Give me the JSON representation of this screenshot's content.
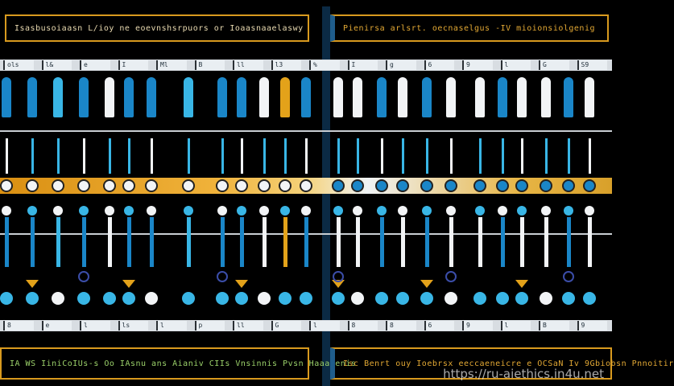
{
  "top_left_banner": "Isasbusoiaasn L/ioy ne eoevnshsrpuors or Ioaasnaaelaswy",
  "top_right_banner": "Pienirsa arlsrt. oecnaselgus -IV mioionsiolgenig",
  "bottom_left_banner": "IA WS IiniCoIUs-s Oo IAsnu ans Aianiv CIIs Vnsinnis Pvsn Haaatenis",
  "bottom_right_banner": "Isc Benrt ouy Ioebrsx eeccaeneicre e OCSaN Iv 9Gbiobsn Pnnoitir",
  "rail_top_labels": [
    "ols",
    "l&",
    "e",
    "I",
    "Ml",
    "B",
    "ll",
    "l3",
    "%",
    "I",
    "g",
    "6",
    "9",
    "l",
    "G",
    "S9"
  ],
  "rail_bottom_labels": [
    "8",
    "e",
    "l",
    "ls",
    "l",
    "p",
    "ll",
    "G",
    "l",
    "8",
    "8",
    "6",
    "9",
    "l",
    "B",
    "9"
  ],
  "watermark": "https://ru-aiethics.in4u.net",
  "colors": {
    "blue": "#1a86c8",
    "light_blue": "#39b6e6",
    "white": "#f2f4f6",
    "gold": "#e3a21a",
    "frame_gold": "#d89a1e",
    "background": "#000000"
  }
}
